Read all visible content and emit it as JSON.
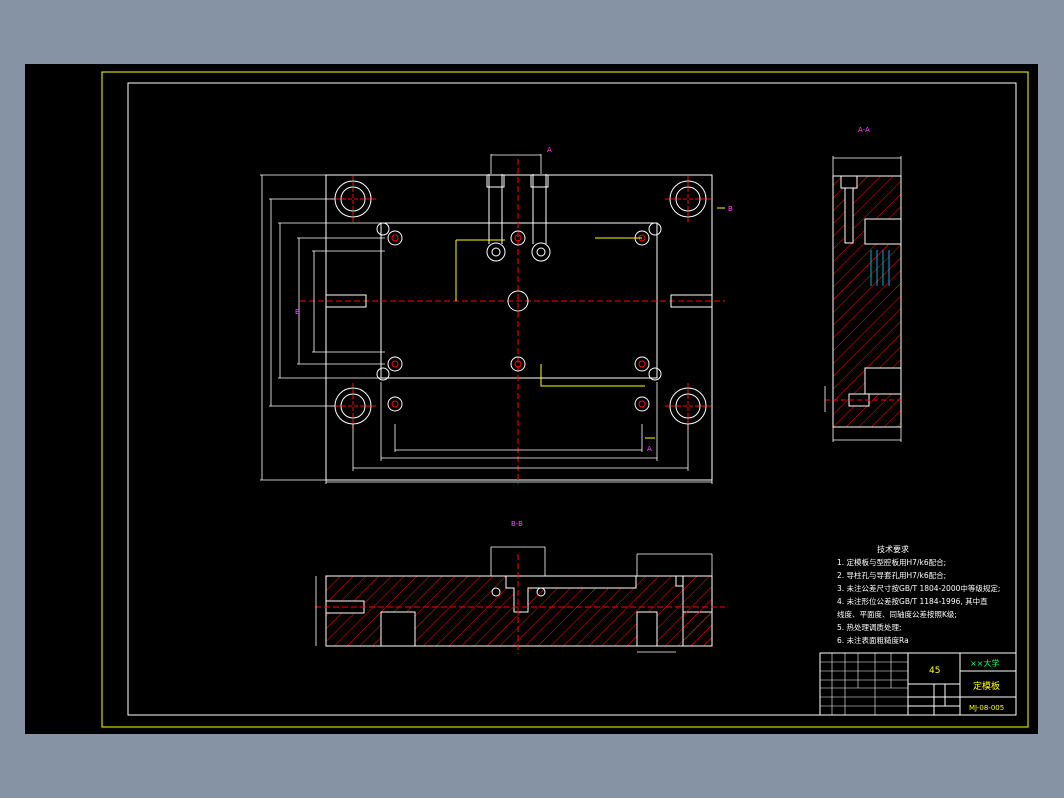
{
  "colors": {
    "background": "#000000",
    "outline": "#ffffff",
    "frame": "#ffff00",
    "center_line": "#ff0000",
    "dimension": "#00d8ff",
    "section_label": "#ff44ff",
    "hatch": "#ff0000"
  },
  "views": {
    "section_aa_label": "A-A",
    "section_bb_label": "B-B",
    "cut_a_top": "A",
    "cut_a_bottom": "A",
    "cut_b_left": "B",
    "cut_b_right": "B"
  },
  "tech_requirements": {
    "title": "技术要求",
    "lines": [
      "1. 定模板与型腔板用H7/k6配合;",
      "2. 导柱孔与导套孔用H7/k6配合;",
      "3. 未注公差尺寸按GB/T 1804-2000中等级规定;",
      "4. 未注形位公差按GB/T 1184-1996, 其中直",
      "   线度、平面度、同轴度公差按照K级;",
      "5. 热处理调质处理;",
      "6. 未注表面粗糙度Ra"
    ]
  },
  "title_block": {
    "material": "45",
    "school": "××大学",
    "part_name": "定模板",
    "drawing_no": "MJ-08-005"
  }
}
